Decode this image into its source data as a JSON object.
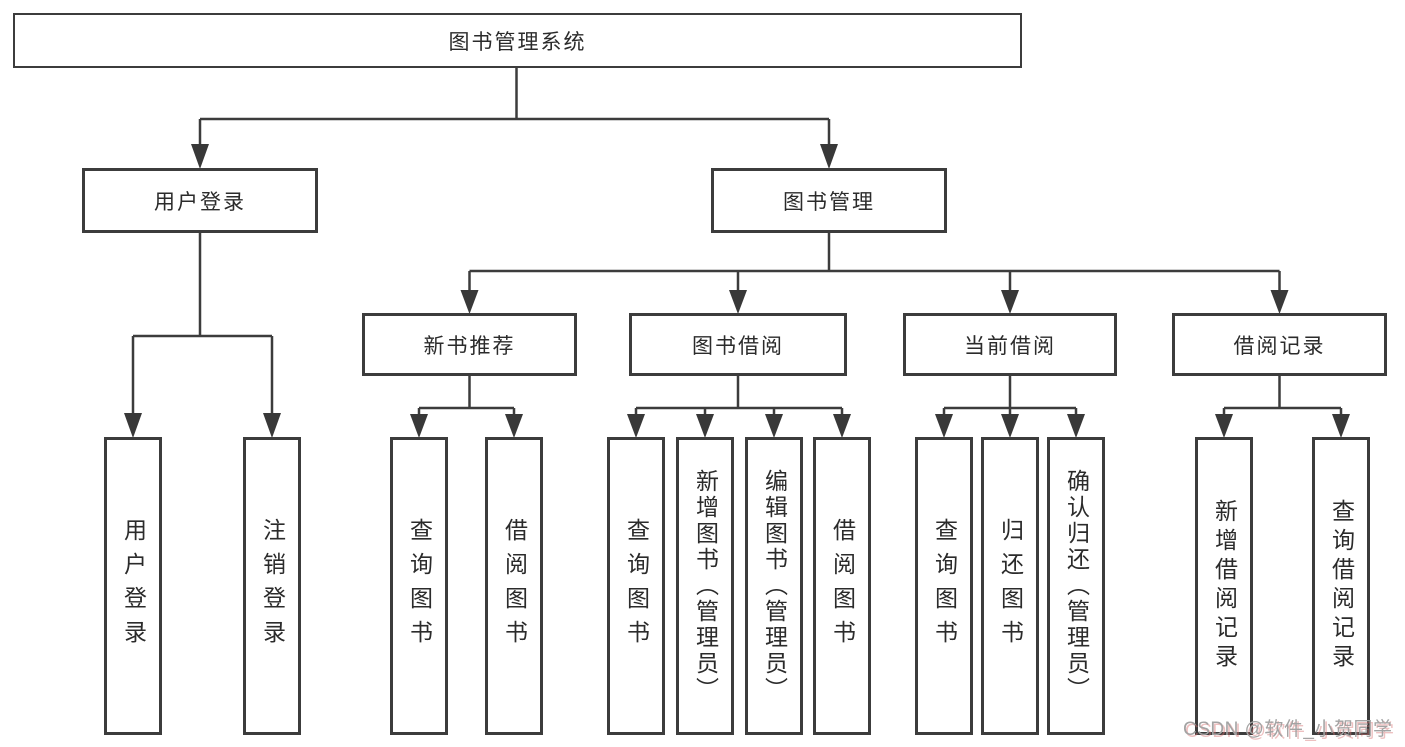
{
  "tree": {
    "root": {
      "label": "图书管理系统"
    },
    "branches": [
      {
        "label": "用户登录",
        "children": [
          {
            "label": "用户登录"
          },
          {
            "label": "注销登录"
          }
        ]
      },
      {
        "label": "图书管理",
        "children": [
          {
            "label": "新书推荐",
            "children": [
              {
                "label": "查询图书"
              },
              {
                "label": "借阅图书"
              }
            ]
          },
          {
            "label": "图书借阅",
            "children": [
              {
                "label": "查询图书"
              },
              {
                "label": "新增图书（管理员）"
              },
              {
                "label": "编辑图书（管理员）"
              },
              {
                "label": "借阅图书"
              }
            ]
          },
          {
            "label": "当前借阅",
            "children": [
              {
                "label": "查询图书"
              },
              {
                "label": "归还图书"
              },
              {
                "label": "确认归还（管理员）"
              }
            ]
          },
          {
            "label": "借阅记录",
            "children": [
              {
                "label": "新增借阅记录"
              },
              {
                "label": "查询借阅记录"
              }
            ]
          }
        ]
      }
    ]
  },
  "watermark": {
    "text": "CSDN @软件_小贺同学"
  },
  "colors": {
    "line": "#3c3c3c",
    "text": "#2b2b2b",
    "background": "#ffffff",
    "watermark": "#a3a3a3",
    "watermark_shadow": "#d67474"
  }
}
